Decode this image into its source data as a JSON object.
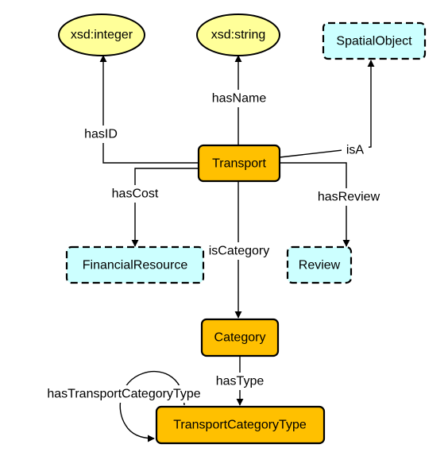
{
  "colors": {
    "class_fill": "#FFC000",
    "external_class_fill": "#CCFFFF",
    "datatype_fill": "#FFFF99",
    "edge": "#000000"
  },
  "nodes": {
    "xsd_integer": "xsd:integer",
    "xsd_string": "xsd:string",
    "spatial_object": "SpatialObject",
    "transport": "Transport",
    "financial_resource": "FinancialResource",
    "review": "Review",
    "category": "Category",
    "transport_category_type": "TransportCategoryType"
  },
  "edges": {
    "has_id": "hasID",
    "has_name": "hasName",
    "is_a": "isA",
    "has_cost": "hasCost",
    "has_review": "hasReview",
    "is_category": "isCategory",
    "has_type": "hasType",
    "has_transport_category_type": "hasTransportCategoryType"
  }
}
